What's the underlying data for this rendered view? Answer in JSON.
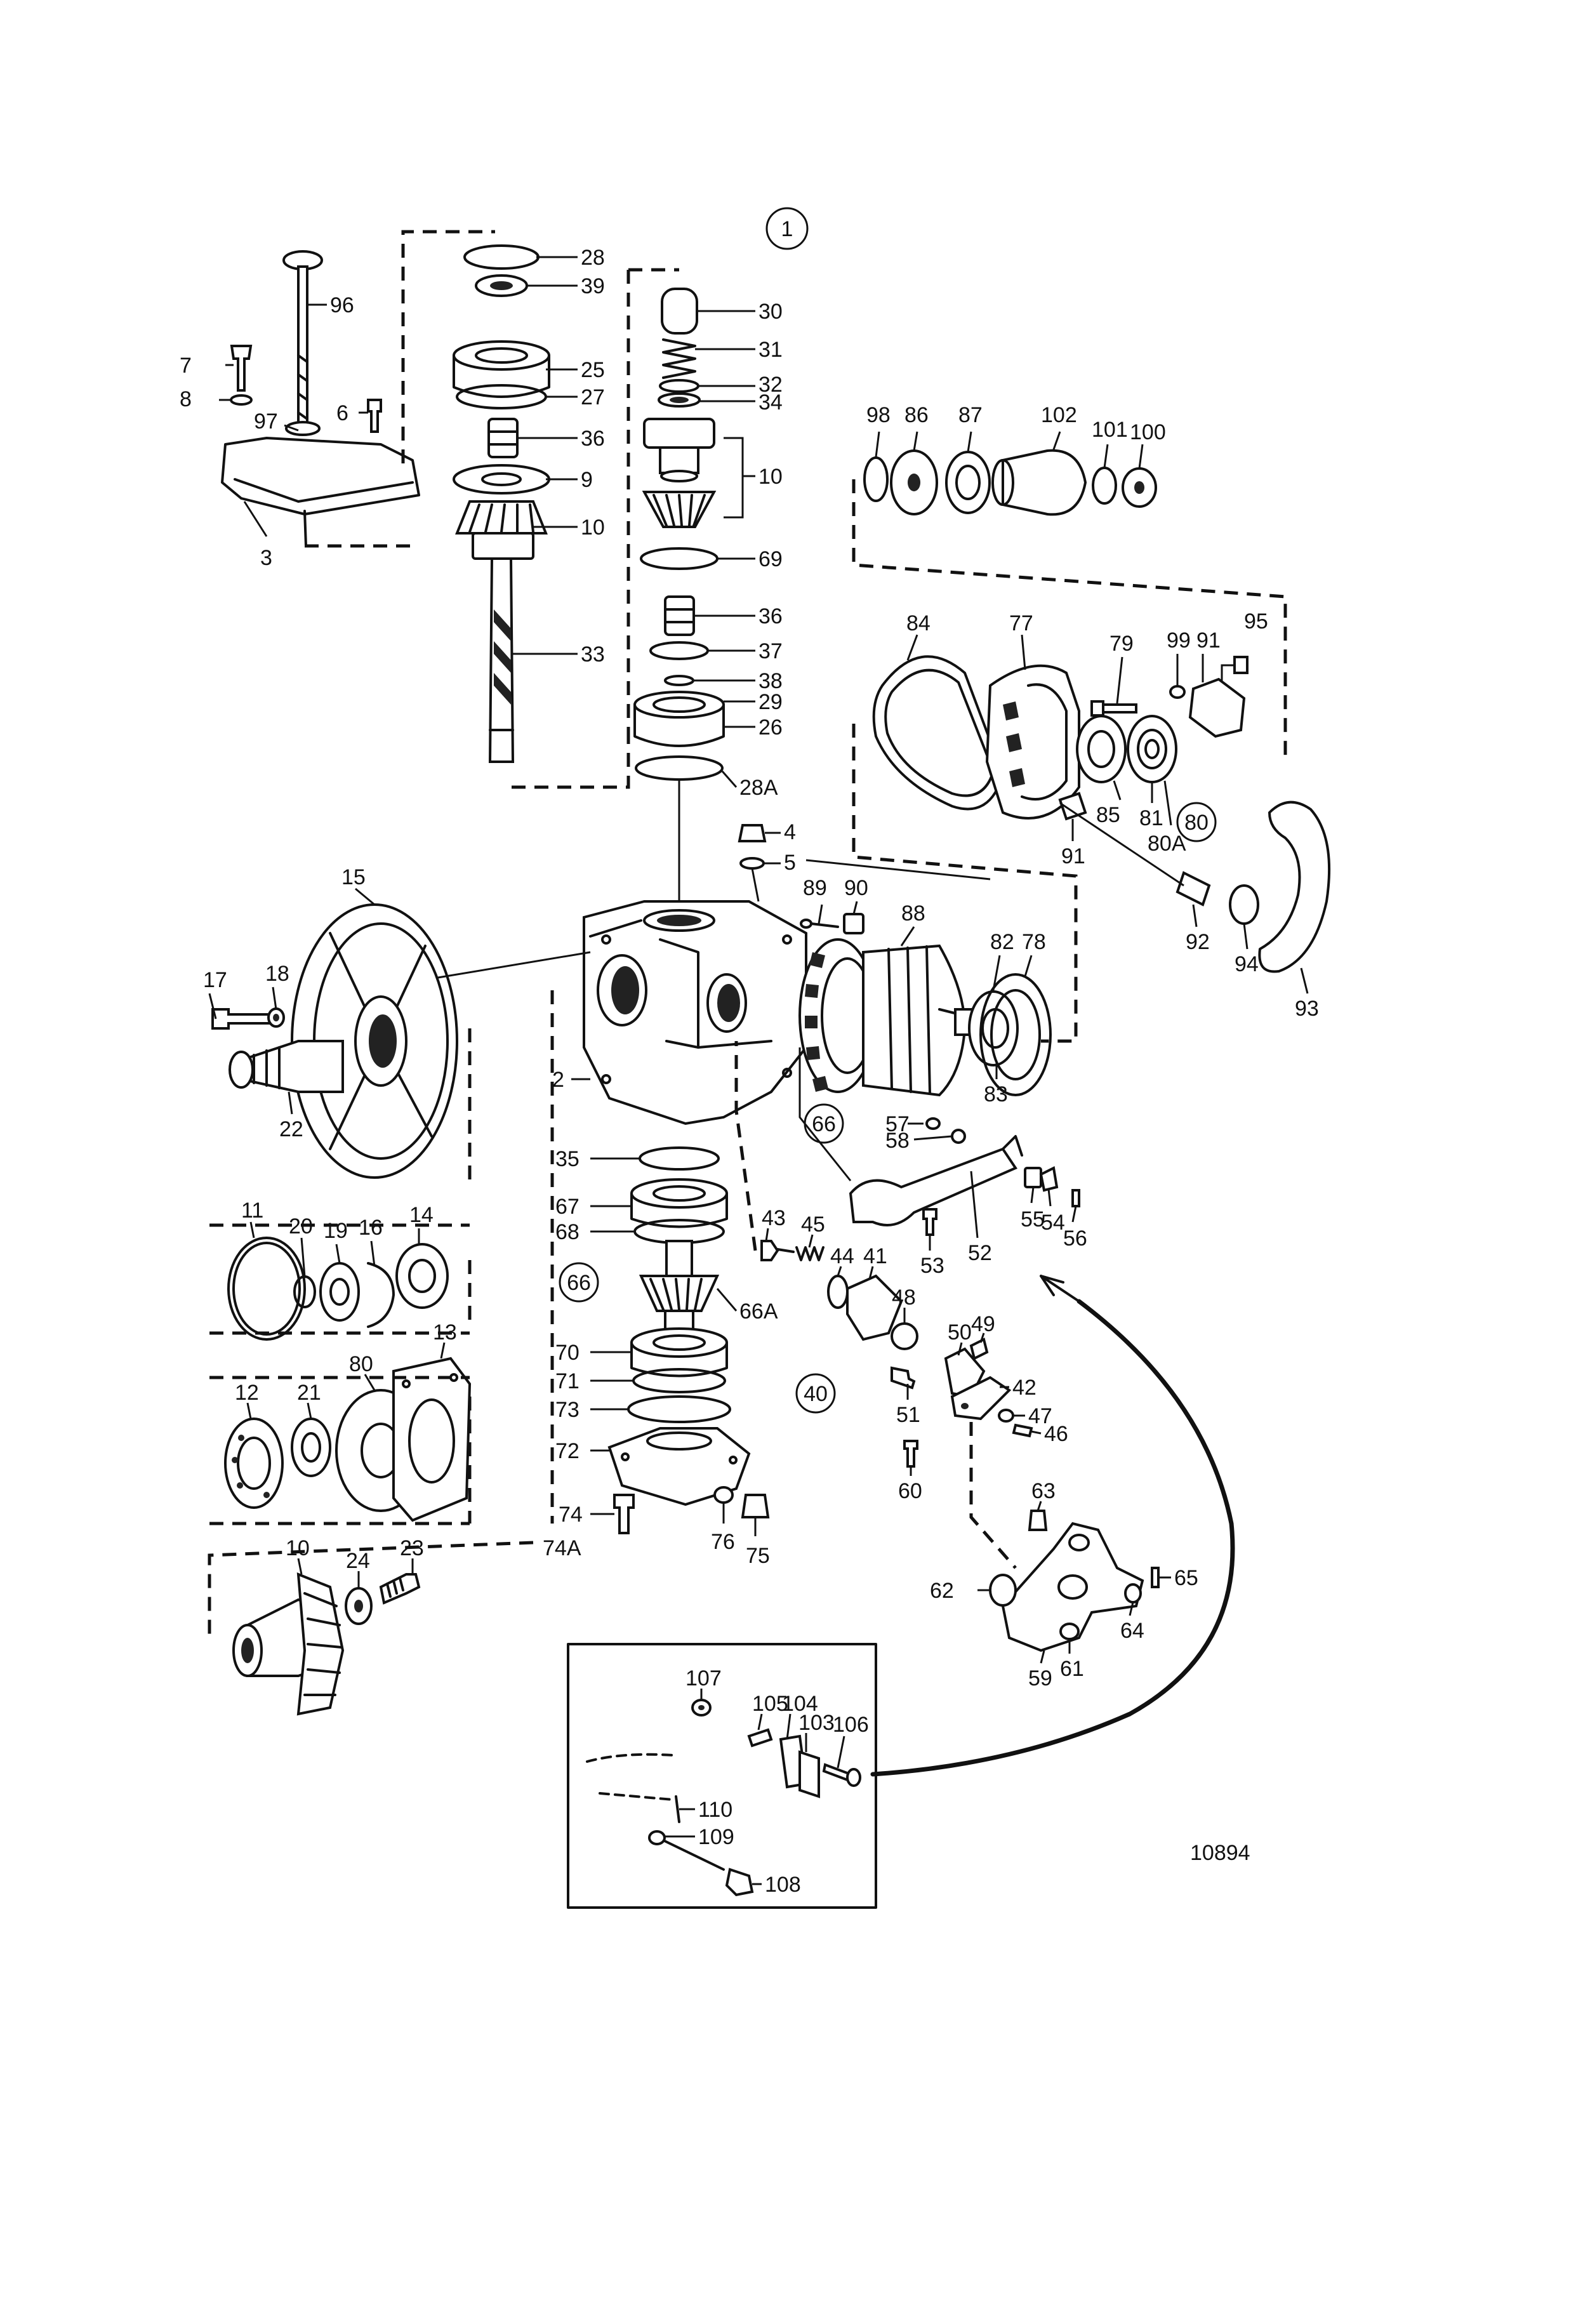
{
  "figure_number": "10894",
  "sheet_marker": "1",
  "callouts": {
    "c28": "28",
    "c39": "39",
    "c25": "25",
    "c27": "27",
    "c36a": "36",
    "c9": "9",
    "c10a": "10",
    "c33": "33",
    "c96": "96",
    "c7": "7",
    "c8": "8",
    "c97": "97",
    "c6": "6",
    "c3": "3",
    "c30": "30",
    "c31": "31",
    "c32": "32",
    "c34": "34",
    "c10b": "10",
    "c69": "69",
    "c36b": "36",
    "c37": "37",
    "c38": "38",
    "c29": "29",
    "c26": "26",
    "c28a": "28A",
    "c98": "98",
    "c86": "86",
    "c87": "87",
    "c102": "102",
    "c101": "101",
    "c100": "100",
    "c84": "84",
    "c77": "77",
    "c79": "79",
    "c99": "99",
    "c91a": "91",
    "c95": "95",
    "c85": "85",
    "c81": "81",
    "c80a": "80A",
    "c91b": "91",
    "c92": "92",
    "c94": "94",
    "c93": "93",
    "c4": "4",
    "c5": "5",
    "c89": "89",
    "c90": "90",
    "c88": "88",
    "c82": "82",
    "c78": "78",
    "c83": "83",
    "c15": "15",
    "c17": "17",
    "c18": "18",
    "c22": "22",
    "c2": "2",
    "c57": "57",
    "c58": "58",
    "c55": "55",
    "c54": "54",
    "c56": "56",
    "c53": "53",
    "c52": "52",
    "c35": "35",
    "c67": "67",
    "c68": "68",
    "c66a": "66A",
    "c43": "43",
    "c45": "45",
    "c44": "44",
    "c41": "41",
    "c48": "48",
    "c50": "50",
    "c49": "49",
    "c42": "42",
    "c47": "47",
    "c46": "46",
    "c51": "51",
    "c60": "60",
    "c11": "11",
    "c20": "20",
    "c19": "19",
    "c16": "16",
    "c14": "14",
    "c70": "70",
    "c71": "71",
    "c73": "73",
    "c72": "72",
    "c74": "74",
    "c74a": "74A",
    "c76": "76",
    "c75": "75",
    "c12": "12",
    "c21": "21",
    "c80": "80",
    "c13": "13",
    "c10c": "10",
    "c24": "24",
    "c23": "23",
    "c63": "63",
    "c65": "65",
    "c62": "62",
    "c64": "64",
    "c59": "59",
    "c61": "61",
    "c107": "107",
    "c105": "105",
    "c104": "104",
    "c103": "103",
    "c106": "106",
    "c110": "110",
    "c109": "109",
    "c108": "108"
  },
  "circled_refs": {
    "r80": "80",
    "r66a": "66",
    "r66b": "66",
    "r40": "40"
  }
}
